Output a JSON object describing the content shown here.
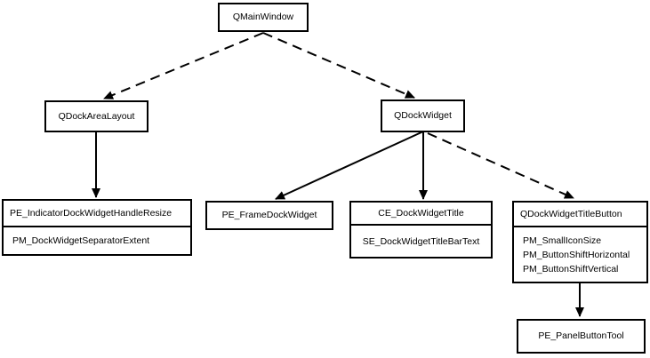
{
  "diagram": {
    "colors": {
      "background": "#ffffff",
      "box_fill": "#ffffff",
      "box_border": "#000000",
      "line": "#000000",
      "text": "#000000"
    },
    "nodes": {
      "qmainwindow": {
        "label": "QMainWindow"
      },
      "qdockarealayout": {
        "label": "QDockAreaLayout"
      },
      "qdockwidget": {
        "label": "QDockWidget"
      },
      "indicator_handle": {
        "label": "PE_IndicatorDockWidgetHandleResize",
        "items": [
          "PM_DockWidgetSeparatorExtent"
        ]
      },
      "frame_dock_widget": {
        "label": "PE_FrameDockWidget"
      },
      "dock_widget_title": {
        "label": "CE_DockWidgetTitle",
        "items": [
          "SE_DockWidgetTitleBarText"
        ]
      },
      "title_button": {
        "label": "QDockWidgetTitleButton",
        "items": [
          "PM_SmallIconSize",
          "PM_ButtonShiftHorizontal",
          "PM_ButtonShiftVertical"
        ]
      },
      "panel_button_tool": {
        "label": "PE_PanelButtonTool"
      }
    },
    "edges": [
      {
        "from": "QMainWindow",
        "to": "QDockAreaLayout",
        "style": "dashed"
      },
      {
        "from": "QMainWindow",
        "to": "QDockWidget",
        "style": "dashed"
      },
      {
        "from": "QDockAreaLayout",
        "to": "PE_IndicatorDockWidgetHandleResize",
        "style": "solid"
      },
      {
        "from": "QDockWidget",
        "to": "PE_FrameDockWidget",
        "style": "solid"
      },
      {
        "from": "QDockWidget",
        "to": "CE_DockWidgetTitle",
        "style": "solid"
      },
      {
        "from": "QDockWidget",
        "to": "QDockWidgetTitleButton",
        "style": "dashed"
      },
      {
        "from": "QDockWidgetTitleButton",
        "to": "PE_PanelButtonTool",
        "style": "solid"
      }
    ]
  }
}
